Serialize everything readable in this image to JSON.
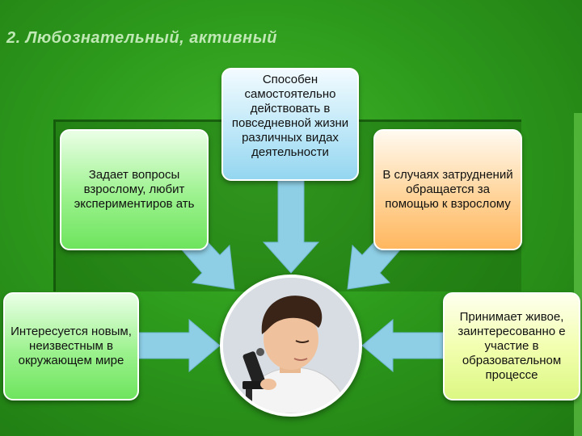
{
  "slide": {
    "title": "2.  Любознательный, активный"
  },
  "boxes": {
    "top_left": "Задает вопросы взрослому, любит экспериментиров ать",
    "top_center": "Способен самостоятельно действовать в повседневной жизни различных видах деятельности",
    "top_right": "В случаях затруднений обращается за помощью к взрослому",
    "bottom_left": "Интересуется новым, неизвестным в окружающем мире",
    "bottom_right": "Принимает живое, заинтересованно е участие в образовательном процессе"
  },
  "colors": {
    "background": "#2d9a1c",
    "title_text": "#bfe8b4",
    "arrow": "#8ecfe6",
    "box_green": "#9cf28e",
    "box_blue": "#bfe8f8",
    "box_orange": "#ffd49a",
    "box_yellow": "#f2ffb0"
  },
  "photo": {
    "icon": "child-with-microscope-photo"
  }
}
